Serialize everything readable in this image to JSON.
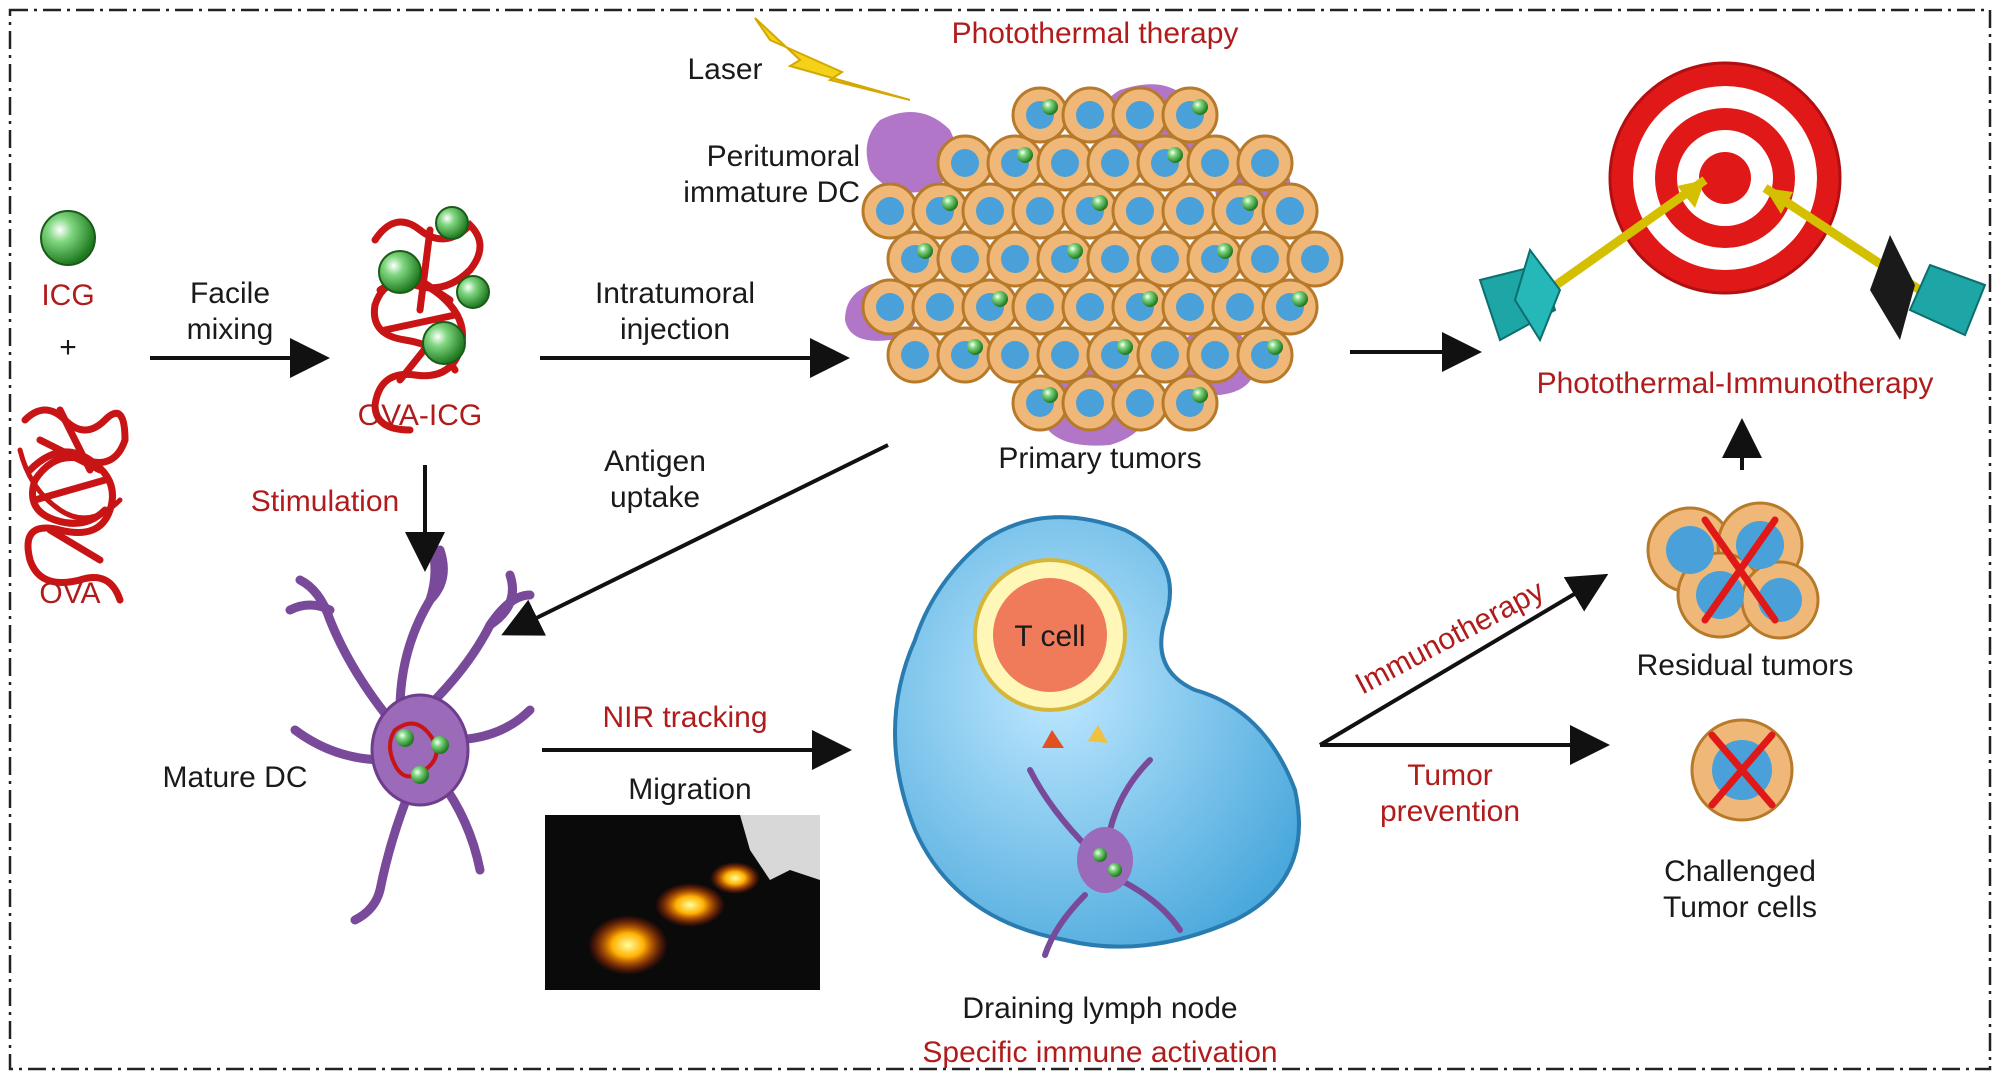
{
  "colors": {
    "accent_red": "#b01c1c",
    "label_black": "#1a1a1a",
    "protein_red": "#d11a1a",
    "sphere_green": "#2e9b2e",
    "dc_purple": "#9b6ab8",
    "tumor_orange": "#f0b878",
    "nucleus_blue": "#4aa0d8",
    "lymph_blue": "#7ec8ee",
    "target_red": "#e01818",
    "dart_teal": "#1ea5a5"
  },
  "labels": {
    "icg": "ICG",
    "plus": "+",
    "ova": "OVA",
    "facile_mixing": "Facile mixing",
    "ova_icg": "OVA-ICG",
    "intratumoral_injection": "Intratumoral injection",
    "laser": "Laser",
    "photothermal_therapy": "Photothermal therapy",
    "peritumoral_dc": "Peritumoral immature DC",
    "primary_tumors": "Primary tumors",
    "photothermal_immunotherapy": "Photothermal-Immunotherapy",
    "stimulation": "Stimulation",
    "antigen_uptake": "Antigen uptake",
    "mature_dc": "Mature DC",
    "nir_tracking": "NIR tracking",
    "migration": "Migration",
    "t_cell": "T cell",
    "draining_lymph_node": "Draining lymph node",
    "specific_immune_activation": "Specific immune activation",
    "immunotherapy": "Immunotherapy",
    "tumor_prevention": "Tumor prevention",
    "residual_tumors": "Residual tumors",
    "challenged_tumor_cells": "Challenged Tumor cells"
  }
}
